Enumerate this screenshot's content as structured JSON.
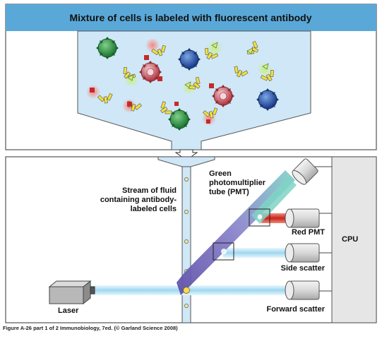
{
  "panel_title": "Mixture of cells is labeled with fluorescent antibody",
  "labels": {
    "stream": "Stream of fluid containing antibody-labeled cells",
    "green_pmt": "Green photomultiplier tube (PMT)",
    "red_pmt": "Red PMT",
    "side_scatter": "Side scatter",
    "forward_scatter": "Forward scatter",
    "laser": "Laser",
    "cpu": "CPU"
  },
  "caption": "Figure A-26 part 1 of 2  Immunobiology, 7ed. (© Garland Science 2008)",
  "colors": {
    "title_bar": "#5aa8d8",
    "funnel_fill": "#cfe7f6",
    "cell_green": "#1f8a3c",
    "cell_blue": "#1f4fa0",
    "cell_red": "#c94a55",
    "antibody": "#f3e03a",
    "beam_blue": "#bfe6f7",
    "beam_purple": "#6b5bb0",
    "beam_red": "#d8443a",
    "beam_green": "#5fc6b4",
    "cpu_fill": "#e6e6e6"
  }
}
